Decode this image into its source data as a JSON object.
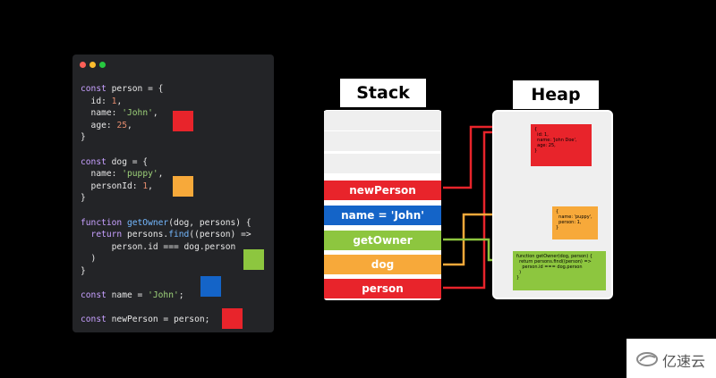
{
  "code": {
    "lines": [
      [
        {
          "t": "const ",
          "c": "kw"
        },
        {
          "t": "person",
          "c": "var"
        },
        {
          "t": " = {",
          "c": "var"
        }
      ],
      [
        {
          "t": "  id",
          "c": "var"
        },
        {
          "t": ": ",
          "c": "var"
        },
        {
          "t": "1",
          "c": "num"
        },
        {
          "t": ",",
          "c": "var"
        }
      ],
      [
        {
          "t": "  name",
          "c": "var"
        },
        {
          "t": ": ",
          "c": "var"
        },
        {
          "t": "'John'",
          "c": "str"
        },
        {
          "t": ",",
          "c": "var"
        }
      ],
      [
        {
          "t": "  age",
          "c": "var"
        },
        {
          "t": ": ",
          "c": "var"
        },
        {
          "t": "25",
          "c": "num"
        },
        {
          "t": ",",
          "c": "var"
        }
      ],
      [
        {
          "t": "}",
          "c": "var"
        }
      ],
      [],
      [
        {
          "t": "const ",
          "c": "kw"
        },
        {
          "t": "dog",
          "c": "var"
        },
        {
          "t": " = {",
          "c": "var"
        }
      ],
      [
        {
          "t": "  name",
          "c": "var"
        },
        {
          "t": ": ",
          "c": "var"
        },
        {
          "t": "'puppy'",
          "c": "str"
        },
        {
          "t": ",",
          "c": "var"
        }
      ],
      [
        {
          "t": "  personId",
          "c": "var"
        },
        {
          "t": ": ",
          "c": "var"
        },
        {
          "t": "1",
          "c": "num"
        },
        {
          "t": ",",
          "c": "var"
        }
      ],
      [
        {
          "t": "}",
          "c": "var"
        }
      ],
      [],
      [
        {
          "t": "function ",
          "c": "kw"
        },
        {
          "t": "getOwner",
          "c": "fn"
        },
        {
          "t": "(dog, persons) {",
          "c": "var"
        }
      ],
      [
        {
          "t": "  return ",
          "c": "kw"
        },
        {
          "t": "persons.",
          "c": "var"
        },
        {
          "t": "find",
          "c": "fn"
        },
        {
          "t": "((person) =>",
          "c": "var"
        }
      ],
      [
        {
          "t": "      person.id === dog.person",
          "c": "var"
        }
      ],
      [
        {
          "t": "  )",
          "c": "var"
        }
      ],
      [
        {
          "t": "}",
          "c": "var"
        }
      ],
      [],
      [
        {
          "t": "const ",
          "c": "kw"
        },
        {
          "t": "name",
          "c": "var"
        },
        {
          "t": " = ",
          "c": "var"
        },
        {
          "t": "'John'",
          "c": "str"
        },
        {
          "t": ";",
          "c": "var"
        }
      ],
      [],
      [
        {
          "t": "const ",
          "c": "kw"
        },
        {
          "t": "newPerson",
          "c": "var"
        },
        {
          "t": " = person;",
          "c": "var"
        }
      ]
    ],
    "swatches": [
      {
        "name": "person-swatch",
        "color": "#e8242b"
      },
      {
        "name": "dog-swatch",
        "color": "#f7a93a"
      },
      {
        "name": "getowner-swatch",
        "color": "#8dc63f"
      },
      {
        "name": "name-swatch",
        "color": "#1464c8"
      },
      {
        "name": "newperson-swatch",
        "color": "#e8242b"
      }
    ]
  },
  "stack": {
    "title": "Stack",
    "frames": [
      {
        "label": "newPerson",
        "color": "#e8242b"
      },
      {
        "label": "name = 'John'",
        "color": "#1464c8"
      },
      {
        "label": "getOwner",
        "color": "#8dc63f"
      },
      {
        "label": "dog",
        "color": "#f7a93a"
      },
      {
        "label": "person",
        "color": "#e8242b"
      }
    ]
  },
  "heap": {
    "title": "Heap",
    "objects": [
      {
        "name": "person-object",
        "color": "#e8242b",
        "text": "{\n  id: 1,\n  name: 'John Doe',\n  age: 25,\n}"
      },
      {
        "name": "dog-object",
        "color": "#f7a93a",
        "text": "{\n  name: 'puppy',\n  person: 1,\n}"
      },
      {
        "name": "getowner-object",
        "color": "#8dc63f",
        "text": "function getOwner(dog, person) {\n  return persons.find((person) =>\n    person.id === dog.person\n  )\n}"
      }
    ]
  },
  "watermark": {
    "text": "亿速云"
  }
}
